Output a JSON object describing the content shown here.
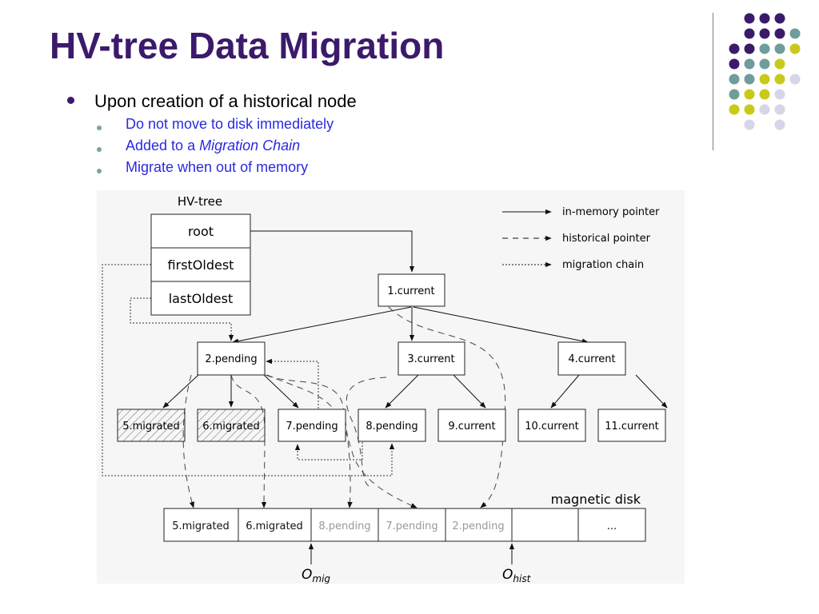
{
  "slide": {
    "title": "HV-tree Data Migration"
  },
  "bullets": {
    "main": "Upon creation of a historical node",
    "sub": [
      {
        "text": "Do not move to disk immediately",
        "italic": ""
      },
      {
        "text": "Added to a ",
        "italic": "Migration Chain"
      },
      {
        "text": "Migrate when out of memory",
        "italic": ""
      }
    ]
  },
  "colors": {
    "title": "#3b1a6b",
    "sub_bullet_text": "#2a2adf",
    "dot_purple": "#3b1a6b",
    "dot_teal": "#6f9c9c",
    "dot_yellow": "#c9c91a",
    "dot_lavender": "#d6d6e8"
  },
  "diagram": {
    "tree_label": "HV-tree",
    "header_cells": [
      "root",
      "firstOldest",
      "lastOldest"
    ],
    "nodes": {
      "n1": "1.current",
      "n2": "2.pending",
      "n3": "3.current",
      "n4": "4.current",
      "n5": "5.migrated",
      "n6": "6.migrated",
      "n7": "7.pending",
      "n8": "8.pending",
      "n9": "9.current",
      "n10": "10.current",
      "n11": "11.current"
    },
    "legend": {
      "in_memory": "in-memory pointer",
      "historical": "historical pointer",
      "migration": "migration chain"
    },
    "disk_label": "magnetic disk",
    "disk_cells": [
      "5.migrated",
      "6.migrated",
      "8.pending",
      "7.pending",
      "2.pending",
      "",
      "..."
    ],
    "o_mig_main": "O",
    "o_mig_sub": "mig",
    "o_hist_main": "O",
    "o_hist_sub": "hist"
  }
}
